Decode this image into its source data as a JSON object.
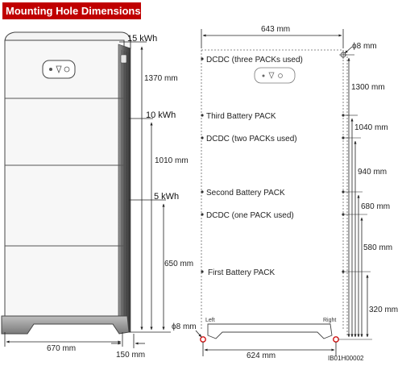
{
  "title": "Mounting Hole Dimensions",
  "front_view": {
    "capacity_labels": [
      "15 kWh",
      "10 kWh",
      "5 kWh"
    ],
    "height_dims": [
      "1370 mm",
      "1010 mm",
      "650 mm"
    ],
    "width_dim": "670 mm",
    "depth_dim": "150 mm"
  },
  "hole_layout": {
    "top_width": "643 mm",
    "hole_top": "ϕ8 mm",
    "hole_bottom": "ϕ8 mm",
    "bottom_width": "624 mm",
    "foot_left": "Left",
    "foot_right": "Right",
    "positions": [
      "DCDC (three PACKs used)",
      "Third Battery PACK",
      "DCDC (two PACKs used)",
      "Second Battery PACK",
      "DCDC (one PACK used)",
      "First Battery PACK"
    ],
    "vertical_dims": [
      "1300 mm",
      "1040 mm",
      "940 mm",
      "680 mm",
      "580 mm",
      "320 mm"
    ],
    "figure_id": "IB01H00002"
  },
  "colors": {
    "title_bg": "#c00000",
    "hole_marker": "#d01010"
  }
}
